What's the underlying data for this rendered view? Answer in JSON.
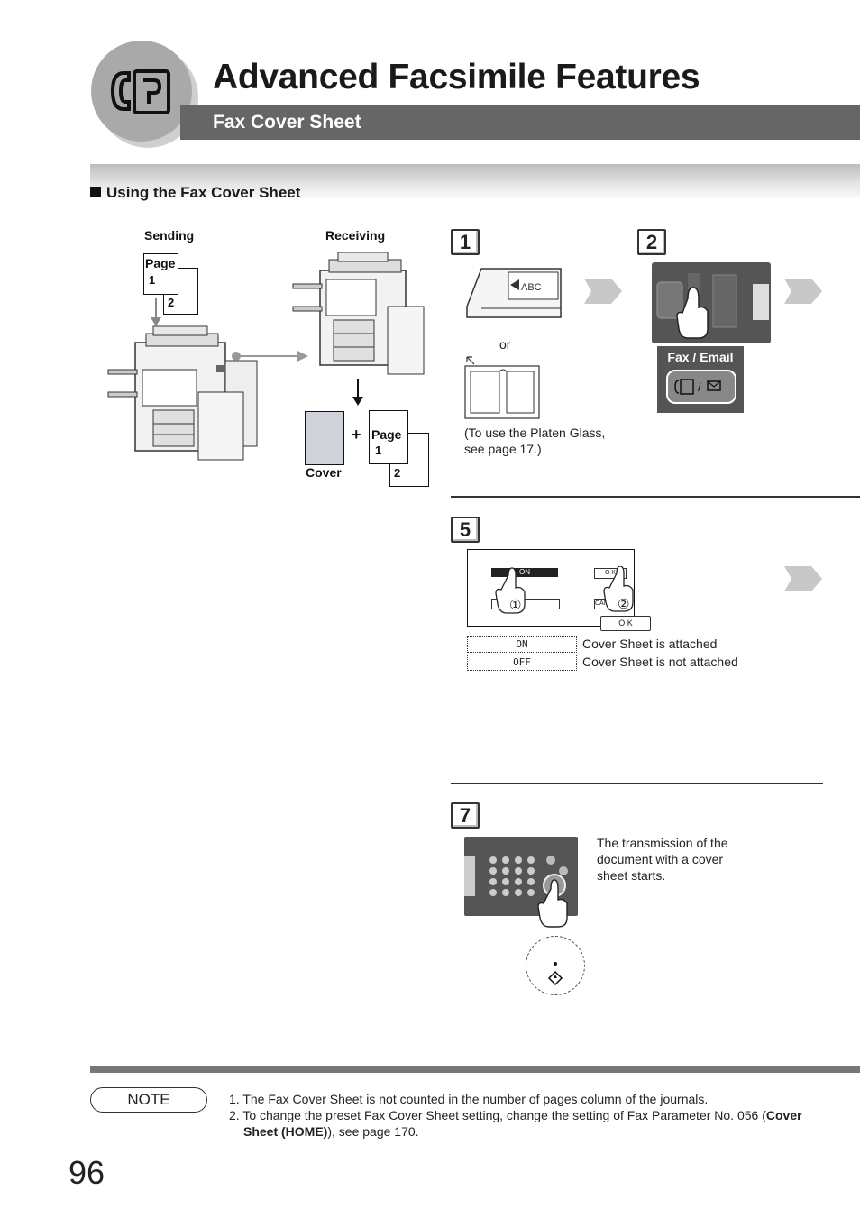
{
  "header": {
    "title": "Advanced Facsimile Features",
    "subtitle": "Fax Cover Sheet",
    "icon": "fax-icon"
  },
  "section": {
    "title": "Using the Fax Cover Sheet"
  },
  "illustration": {
    "sending_label": "Sending",
    "receiving_label": "Receiving",
    "page_label": "Page",
    "page1": "1",
    "page2": "2",
    "plus": "+",
    "cover_label": "Cover",
    "recv_page_label": "Page",
    "recv_page1": "1",
    "recv_page2": "2"
  },
  "step1": {
    "number": "1",
    "or": "or",
    "platen_note_line1": "(To use the Platen Glass,",
    "platen_note_line2": "see page 17.)",
    "adf_text": "ABC"
  },
  "step2": {
    "number": "2",
    "key_label": "Fax / Email",
    "key_glyph": "/"
  },
  "step5": {
    "number": "5",
    "screen_on": "ON",
    "screen_ok": "O K",
    "screen_cancel": "CANC",
    "callout_1": "①",
    "callout_2": "②",
    "ok_button": "O K",
    "options": [
      {
        "value": "ON",
        "description": "Cover Sheet is attached"
      },
      {
        "value": "OFF",
        "description": "Cover Sheet is not attached"
      }
    ]
  },
  "step7": {
    "number": "7",
    "text_line1": "The transmission of the",
    "text_line2": "document with a cover",
    "text_line3": "sheet starts."
  },
  "note": {
    "label": "NOTE",
    "item1": "1. The Fax Cover Sheet is not counted in the number of pages column of the journals.",
    "item2_a": "2. To change the preset Fax Cover Sheet setting, change the setting of Fax Parameter No. 056 (",
    "item2_bold1": "Cover",
    "item2_bold2": "Sheet (HOME)",
    "item2_b": "), see page 170."
  },
  "page_number": "96",
  "colors": {
    "header_band": "#666666",
    "circle": "#a9a9a9",
    "accent_arrow": "#c8c8c8"
  }
}
